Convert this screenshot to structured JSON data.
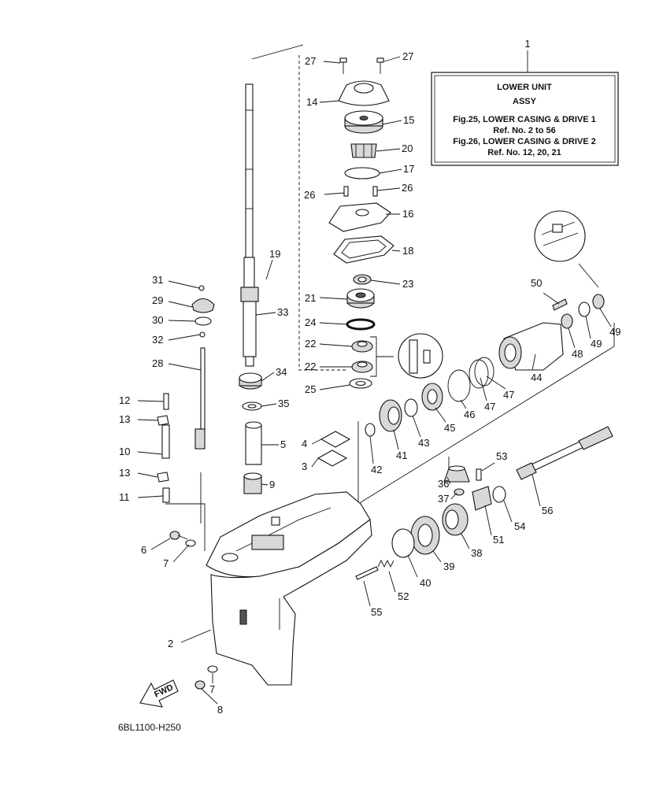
{
  "legend": {
    "ref": "1",
    "title_line1": "LOWER UNIT",
    "title_line2": "ASSY",
    "fig1": "Fig.25, LOWER CASING & DRIVE 1",
    "fig1_ref": "Ref. No. 2 to 56",
    "fig2": "Fig.26, LOWER CASING & DRIVE 2",
    "fig2_ref": "Ref. No. 12, 20, 21"
  },
  "fwd_label": "FWD",
  "diagram_code": "6BL1100-H250",
  "callouts": [
    "27",
    "27",
    "14",
    "15",
    "20",
    "17",
    "26",
    "26",
    "16",
    "18",
    "19",
    "23",
    "21",
    "24",
    "22",
    "22",
    "25",
    "31",
    "29",
    "30",
    "32",
    "33",
    "28",
    "34",
    "35",
    "12",
    "13",
    "10",
    "13",
    "11",
    "5",
    "4",
    "3",
    "9",
    "6",
    "7",
    "2",
    "7",
    "8",
    "50",
    "48",
    "49",
    "49",
    "44",
    "47",
    "47",
    "46",
    "45",
    "43",
    "41",
    "42",
    "36",
    "53",
    "37",
    "56",
    "54",
    "51",
    "38",
    "39",
    "40",
    "52",
    "55"
  ]
}
